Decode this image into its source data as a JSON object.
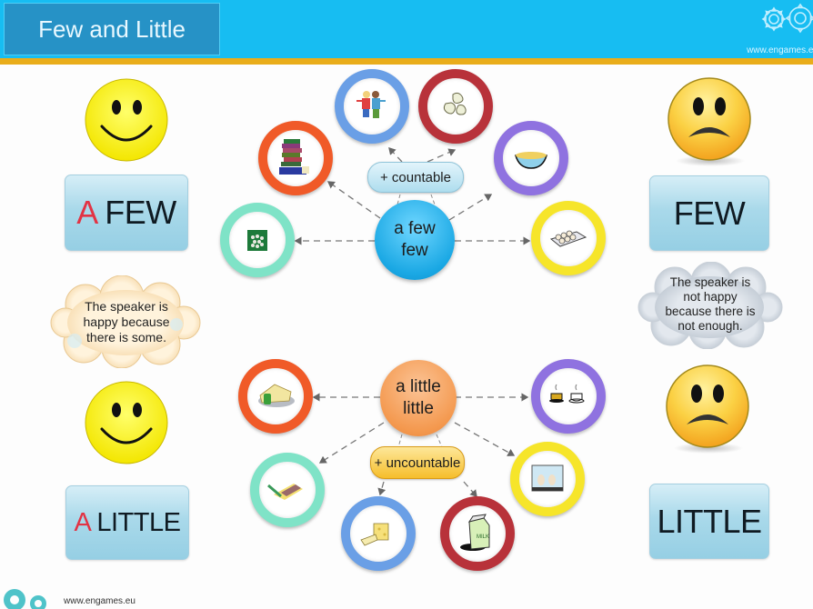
{
  "header": {
    "title": "Few and Little",
    "url": "www.engames.eu",
    "colors": {
      "bar": "#17bdf2",
      "title_box": "#2692c6",
      "stripe": "#e9ad1b"
    }
  },
  "footer": {
    "url": "www.engames.eu",
    "gear_color": "#4fc3c9"
  },
  "left": {
    "a_few": {
      "accent": "A",
      "rest": " FEW",
      "mood": "happy"
    },
    "cloud": {
      "lines": [
        "The speaker is",
        "happy because",
        "there is some."
      ]
    },
    "a_little": {
      "accent": "A",
      "rest": " LITTLE",
      "mood": "happy"
    }
  },
  "right": {
    "few": {
      "label": "FEW",
      "mood": "sad"
    },
    "cloud": {
      "lines": [
        "The speaker is",
        "not happy",
        "because there is",
        "not enough."
      ]
    },
    "little": {
      "label": "LITTLE",
      "mood": "sad"
    }
  },
  "countable_diagram": {
    "hub": {
      "line1": "a few",
      "line2": "few"
    },
    "pill": "+ countable",
    "items": [
      {
        "name": "bag-of-marbles",
        "ring_color": "#7fe3c7"
      },
      {
        "name": "stack-of-books",
        "ring_color": "#f05a28"
      },
      {
        "name": "children",
        "ring_color": "#6a9fe6"
      },
      {
        "name": "peanuts",
        "ring_color": "#b8323a"
      },
      {
        "name": "bowl",
        "ring_color": "#8f72e0"
      },
      {
        "name": "eggs-carton",
        "ring_color": "#f6e52a"
      }
    ]
  },
  "uncountable_diagram": {
    "hub": {
      "line1": "a little",
      "line2": "little"
    },
    "pill": "+ uncountable",
    "items": [
      {
        "name": "butter",
        "ring_color": "#f05a28"
      },
      {
        "name": "meat",
        "ring_color": "#7fe3c7"
      },
      {
        "name": "cheese",
        "ring_color": "#6a9fe6"
      },
      {
        "name": "milk",
        "ring_color": "#b8323a"
      },
      {
        "name": "water",
        "ring_color": "#f6e52a"
      },
      {
        "name": "tea",
        "ring_color": "#8f72e0"
      }
    ],
    "milk_label": "MILK"
  }
}
